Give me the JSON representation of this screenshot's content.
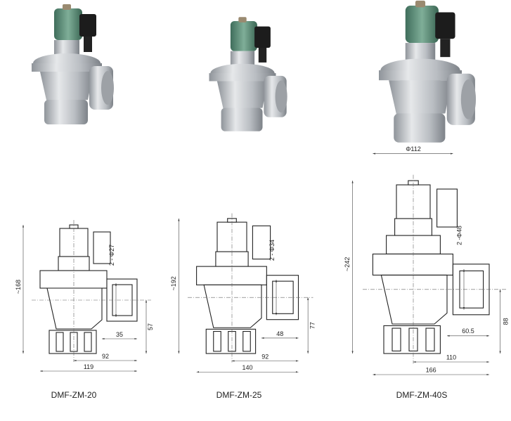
{
  "models": [
    {
      "name": "DMF-ZM-20",
      "height": "~168",
      "port": "2 - Φ27",
      "offset": "92",
      "width": "119",
      "inlet": "35",
      "outlet_height": "57"
    },
    {
      "name": "DMF-ZM-25",
      "height": "~192",
      "port": "2 - Φ34",
      "offset": "92",
      "width": "140",
      "inlet": "48",
      "outlet_height": "77"
    },
    {
      "name": "DMF-ZM-40S",
      "height": "~242",
      "port": "2 -Φ48",
      "offset": "110",
      "width": "166",
      "inlet": "60.5",
      "outlet_height": "88",
      "diameter": "Φ112"
    }
  ]
}
